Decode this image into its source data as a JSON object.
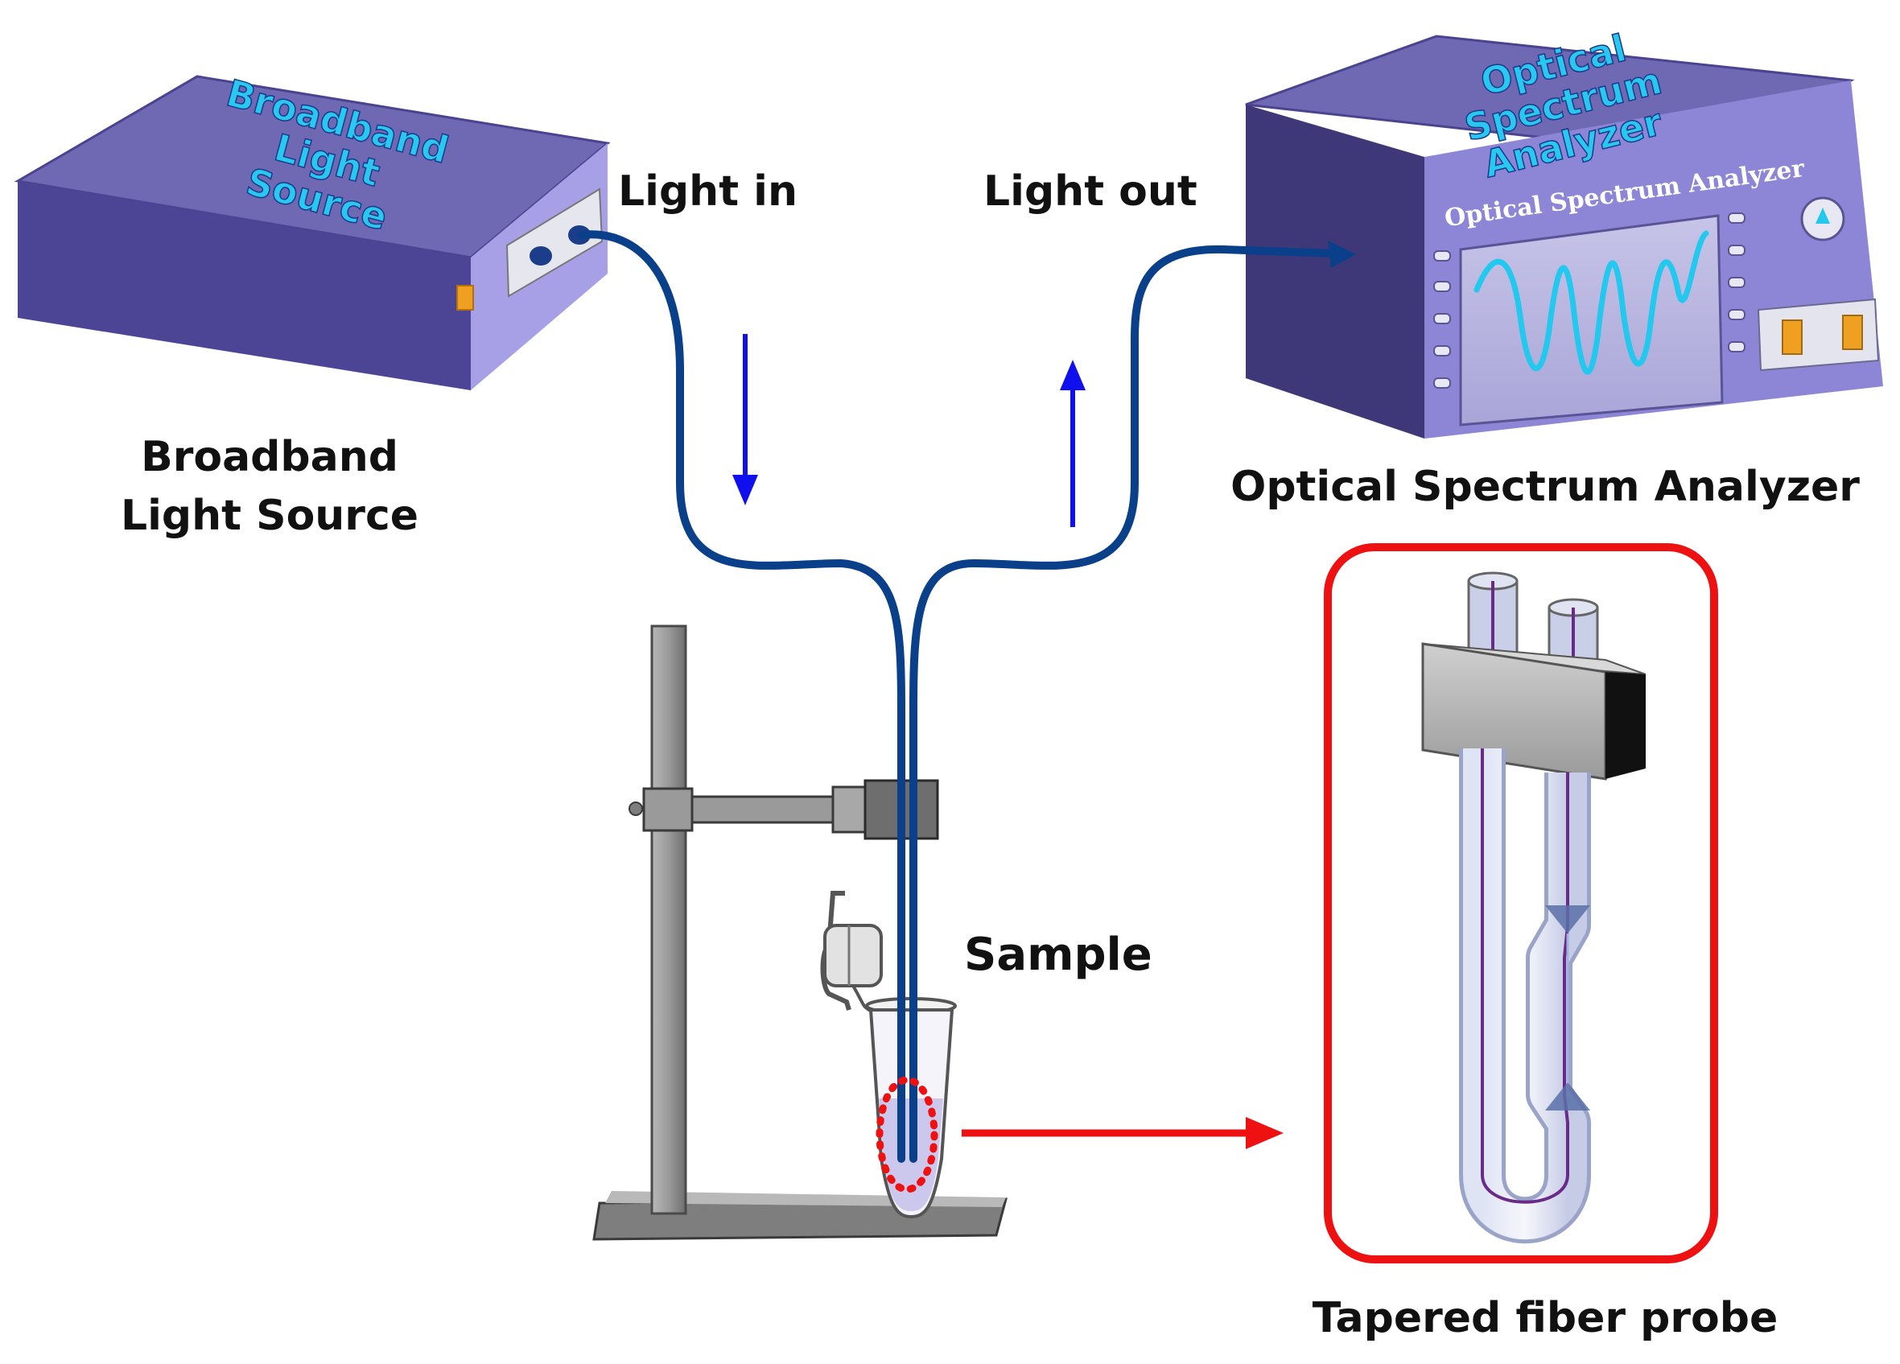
{
  "labels": {
    "light_in": "Light in",
    "light_out": "Light out",
    "source_line1": "Broadband",
    "source_line2": "Light Source",
    "analyzer": "Optical Spectrum Analyzer",
    "sample": "Sample",
    "probe": "Tapered fiber probe"
  },
  "device_lettering": {
    "source_box": [
      "Broadband",
      "Light",
      "Source"
    ],
    "analyzer_box": [
      "Optical",
      "Spectrum",
      "Analyzer"
    ],
    "analyzer_panel": "Optical Spectrum Analyzer"
  },
  "colors": {
    "device_top": "#6f68b3",
    "device_front": "#9b94df",
    "device_side": "#3f3878",
    "fiber": "#0a3f8a",
    "flow_arrow": "#1010ee",
    "highlight": "#ee1111",
    "screen_trace": "#22c8ee",
    "knob_orange": "#f0a020",
    "stand_gray": "#8c8c8c"
  }
}
